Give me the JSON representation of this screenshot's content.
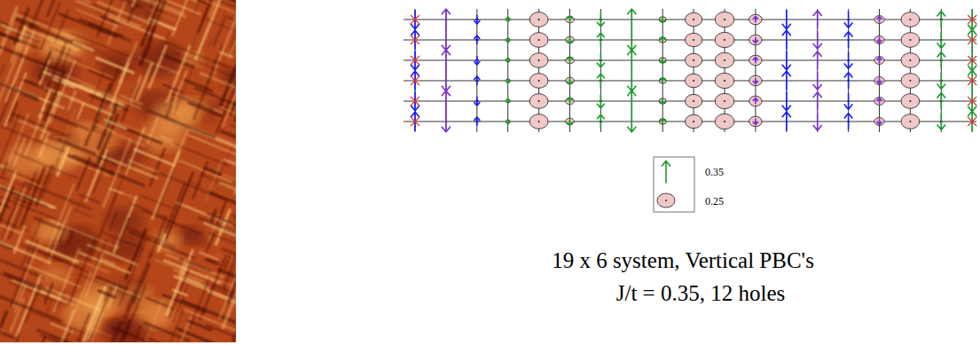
{
  "diagram": {
    "labels": [
      "19 x 6 system, Vertical PBC's",
      "J/t = 0.35, 12 holes"
    ],
    "legend": [
      {
        "text": "0.35"
      },
      {
        "text": "0.25"
      }
    ]
  }
}
